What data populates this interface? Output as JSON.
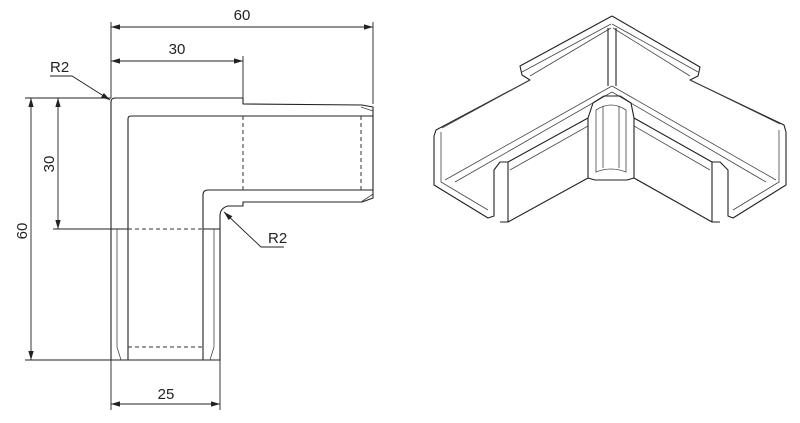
{
  "drawing": {
    "dimensions": {
      "overall_width": "60",
      "top_segment_width": "30",
      "overall_height": "60",
      "side_segment_height": "30",
      "leg_width": "25",
      "outer_radius": "R2",
      "inner_radius": "R2"
    }
  }
}
